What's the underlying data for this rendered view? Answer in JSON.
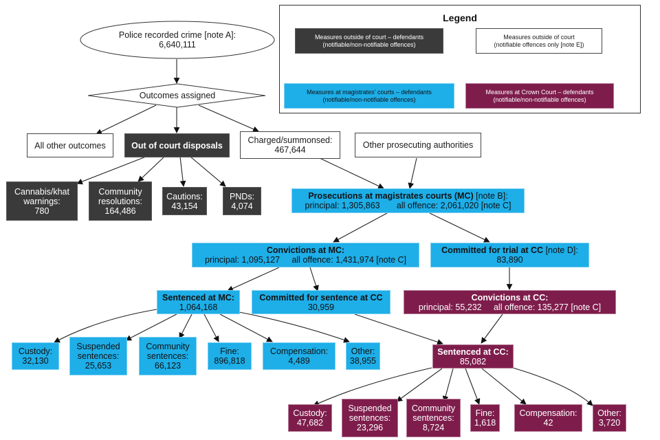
{
  "colors": {
    "outside_court_defendants": "#3a3a3a",
    "outside_court_notifiable": "#ffffff",
    "magistrates_courts": "#1eaee8",
    "crown_court": "#7e1d4c"
  },
  "legend": {
    "title": "Legend",
    "items": [
      {
        "line1": "Measures outside of court – defendants",
        "line2": "(notifiable/non-notifiable offences)",
        "style": "dark"
      },
      {
        "line1": "Measures outside of court",
        "line2": "(notifiable offences only [note E])",
        "style": "white"
      },
      {
        "line1": "Measures at magistrates' courts – defendants",
        "line2": "(notifiable/non-notifiable offences)",
        "style": "blue"
      },
      {
        "line1": "Measures at Crown Court – defendants",
        "line2": "(notifiable/non-notifiable offences)",
        "style": "plum"
      }
    ]
  },
  "nodes": {
    "police_recorded_crime": {
      "label": "Police recorded crime [note A]:",
      "value": "6,640,111"
    },
    "outcomes_assigned": {
      "label": "Outcomes assigned"
    },
    "all_other_outcomes": {
      "label": "All other outcomes"
    },
    "out_of_court_disposals": {
      "label": "Out of court disposals"
    },
    "charged_summonsed": {
      "label": "Charged/summonsed:",
      "value": "467,644"
    },
    "other_prosecuting_authorities": {
      "label": "Other prosecuting authorities"
    },
    "cannabis_khat": {
      "line1": "Cannabis/khat",
      "line2": "warnings:",
      "value": "780"
    },
    "community_resolutions": {
      "line1": "Community",
      "line2": "resolutions:",
      "value": "164,486"
    },
    "cautions": {
      "label": "Cautions:",
      "value": "43,154"
    },
    "pnds": {
      "label": "PNDs:",
      "value": "4,074"
    },
    "prosecutions_mc": {
      "label_bold": "Prosecutions at magistrates courts (MC)",
      "label_note": " [note B]:",
      "principal": "principal: 1,305,863",
      "all_offence": "all offence: 2,061,020 [note C]"
    },
    "convictions_mc": {
      "label_bold": "Convictions at MC:",
      "principal": "principal: 1,095,127",
      "all_offence": "all offence: 1,431,974 [note C]"
    },
    "committed_trial_cc": {
      "label_bold": "Committed for trial at CC",
      "label_note": " [note D]:",
      "value": "83,890"
    },
    "sentenced_mc": {
      "label_bold": "Sentenced at MC:",
      "value": "1,064,168"
    },
    "committed_sentence_cc": {
      "label_bold": "Committed for sentence at CC",
      "value": "30,959"
    },
    "convictions_cc": {
      "label_bold": "Convictions at CC:",
      "principal": "principal: 55,232",
      "all_offence": "all offence: 135,277 [note C]"
    },
    "sentenced_cc": {
      "label_bold": "Sentenced at CC:",
      "value": "85,082"
    }
  },
  "mc_sentences": [
    {
      "line1": "Custody:",
      "line2": "",
      "value": "32,130"
    },
    {
      "line1": "Suspended",
      "line2": "sentences:",
      "value": "25,653"
    },
    {
      "line1": "Community",
      "line2": "sentences:",
      "value": "66,123"
    },
    {
      "line1": "Fine:",
      "line2": "",
      "value": "896,818"
    },
    {
      "line1": "Compensation:",
      "line2": "",
      "value": "4,489"
    },
    {
      "line1": "Other:",
      "line2": "",
      "value": "38,955"
    }
  ],
  "cc_sentences": [
    {
      "line1": "Custody:",
      "line2": "",
      "value": "47,682"
    },
    {
      "line1": "Suspended",
      "line2": "sentences:",
      "value": "23,296"
    },
    {
      "line1": "Community",
      "line2": "sentences:",
      "value": "8,724"
    },
    {
      "line1": "Fine:",
      "line2": "",
      "value": "1,618"
    },
    {
      "line1": "Compensation:",
      "line2": "",
      "value": "42"
    },
    {
      "line1": "Other:",
      "line2": "",
      "value": "3,720"
    }
  ]
}
